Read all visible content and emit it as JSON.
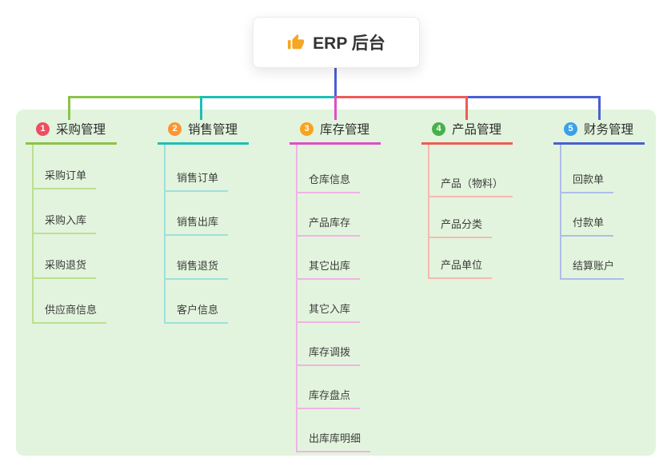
{
  "root": {
    "title": "ERP 后台",
    "icon": "thumbs-up-icon"
  },
  "canvas": {
    "background": "#ffffff",
    "panel_color": "#e2f4dd",
    "root_line_color": "#4a5fd1",
    "icon_color": "#f5a623",
    "text_color": "#333333"
  },
  "branches": [
    {
      "number": "1",
      "title": "采购管理",
      "badge_color": "#ef4d62",
      "line_color": "#8bc34a",
      "child_line_color": "#bcdf92",
      "children": [
        "采购订单",
        "采购入库",
        "采购退货",
        "供应商信息"
      ]
    },
    {
      "number": "2",
      "title": "销售管理",
      "badge_color": "#ff9433",
      "line_color": "#1ebeb4",
      "child_line_color": "#9fe0da",
      "children": [
        "销售订单",
        "销售出库",
        "销售退货",
        "客户信息"
      ]
    },
    {
      "number": "3",
      "title": "库存管理",
      "badge_color": "#faa21e",
      "line_color": "#df4ec8",
      "child_line_color": "#f2b2e8",
      "children": [
        "仓库信息",
        "产品库存",
        "其它出库",
        "其它入库",
        "库存调拨",
        "库存盘点",
        "出库库明细"
      ]
    },
    {
      "number": "4",
      "title": "产品管理",
      "badge_color": "#47b04b",
      "line_color": "#ef5b56",
      "child_line_color": "#f6b9b0",
      "children": [
        "产品（物料）",
        "产品分类",
        "产品单位"
      ]
    },
    {
      "number": "5",
      "title": "财务管理",
      "badge_color": "#3aa0e8",
      "line_color": "#4a5fd1",
      "child_line_color": "#aebde8",
      "children": [
        "回款单",
        "付款单",
        "结算账户"
      ]
    }
  ]
}
